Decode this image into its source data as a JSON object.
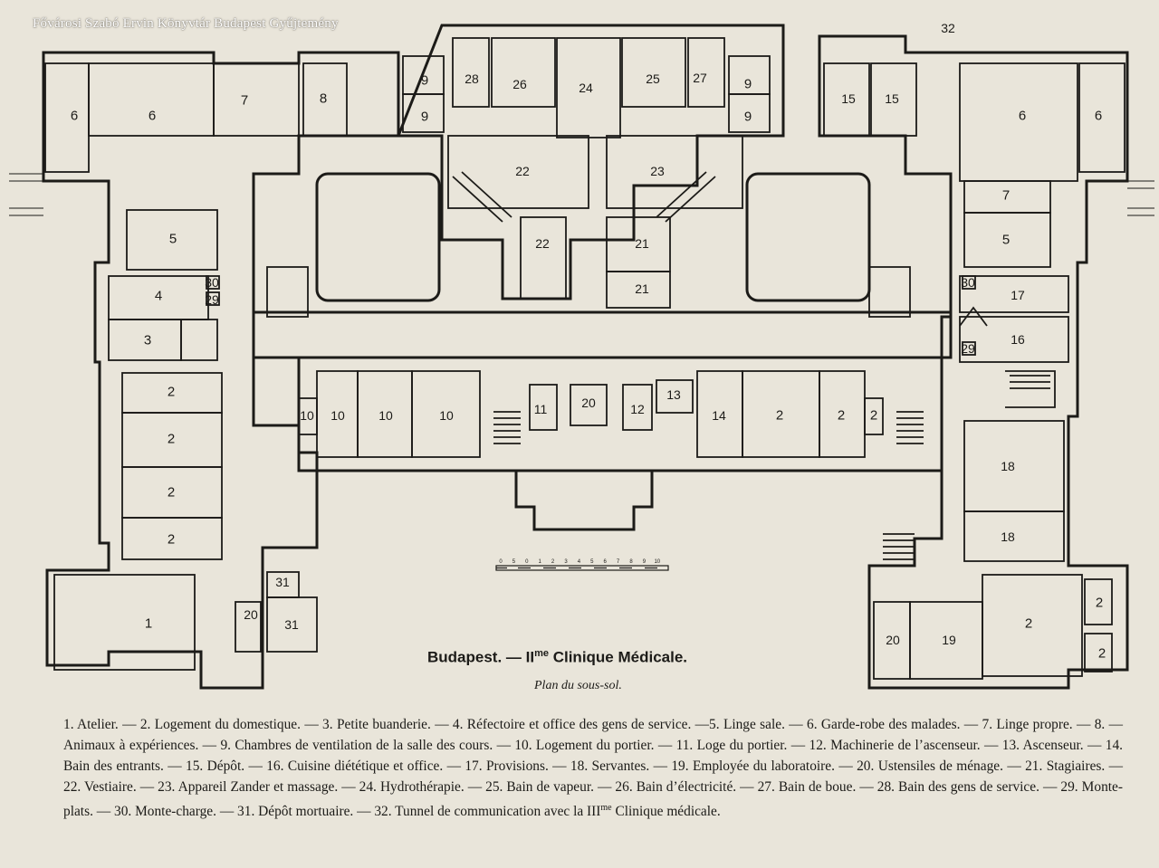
{
  "watermark": "Fővárosi Szabó Ervin Könyvtár Budapest Gyűjtemény",
  "title_city": "Budapest. — II",
  "title_sup": "me",
  "title_rest": " Clinique Médicale.",
  "subtitle": "Plan du sous-sol.",
  "scale_labels": [
    "0",
    "5",
    "0",
    "1",
    "2",
    "3",
    "4",
    "5",
    "6",
    "7",
    "8",
    "9",
    "10"
  ],
  "rooms": [
    {
      "n": "6"
    },
    {
      "n": "6"
    },
    {
      "n": "7"
    },
    {
      "n": "8"
    },
    {
      "n": "9"
    },
    {
      "n": "9"
    },
    {
      "n": "28"
    },
    {
      "n": "26"
    },
    {
      "n": "24"
    },
    {
      "n": "25"
    },
    {
      "n": "27"
    },
    {
      "n": "9"
    },
    {
      "n": "9"
    },
    {
      "n": "15"
    },
    {
      "n": "15"
    },
    {
      "n": "6"
    },
    {
      "n": "6"
    },
    {
      "n": "32"
    },
    {
      "n": "22"
    },
    {
      "n": "23"
    },
    {
      "n": "22"
    },
    {
      "n": "21"
    },
    {
      "n": "21"
    },
    {
      "n": "5"
    },
    {
      "n": "4"
    },
    {
      "n": "3"
    },
    {
      "n": "30"
    },
    {
      "n": "29"
    },
    {
      "n": "7"
    },
    {
      "n": "5"
    },
    {
      "n": "17"
    },
    {
      "n": "16"
    },
    {
      "n": "30"
    },
    {
      "n": "29"
    },
    {
      "n": "2"
    },
    {
      "n": "2"
    },
    {
      "n": "2"
    },
    {
      "n": "2"
    },
    {
      "n": "10"
    },
    {
      "n": "10"
    },
    {
      "n": "10"
    },
    {
      "n": "10"
    },
    {
      "n": "11"
    },
    {
      "n": "20"
    },
    {
      "n": "12"
    },
    {
      "n": "13"
    },
    {
      "n": "14"
    },
    {
      "n": "2"
    },
    {
      "n": "2"
    },
    {
      "n": "2"
    },
    {
      "n": "18"
    },
    {
      "n": "18"
    },
    {
      "n": "1"
    },
    {
      "n": "20"
    },
    {
      "n": "31"
    },
    {
      "n": "31"
    },
    {
      "n": "20"
    },
    {
      "n": "19"
    },
    {
      "n": "2"
    },
    {
      "n": "2"
    },
    {
      "n": "2"
    }
  ],
  "legend": [
    "1. Atelier. — 2. Logement du domestique. — 3. Petite buanderie. — 4. Réfectoire et office des gens de service. —5. Linge sale. — 6. Garde-robe des malades. — 7. Linge propre. — 8. — Animaux à expériences. — 9. Chambres de ventilation de la salle des cours. — 10. Logement du portier. — 11. Loge du portier. — 12. Machinerie de l’ascenseur. — 13. Ascenseur. — 14. Bain des entrants. — 15. Dépôt. — 16. Cuisine diététique et office. — 17. Provisions. — 18. Servantes. — 19. Employée du laboratoire. — 20. Ustensiles de ménage. — 21. Stagiaires. — 22. Vestiaire. — 23. Appareil Zander et massage. — 24. Hydrothérapie. — 25. Bain de vapeur. — 26. Bain d’électricité. — 27. Bain de boue. — 28. Bain des gens de service. — 29. Monte-plats. — 30. Monte-charge. — 31. Dépôt mortuaire. — 32. Tunnel de communication avec la III",
    "me",
    " Clinique médicale."
  ]
}
